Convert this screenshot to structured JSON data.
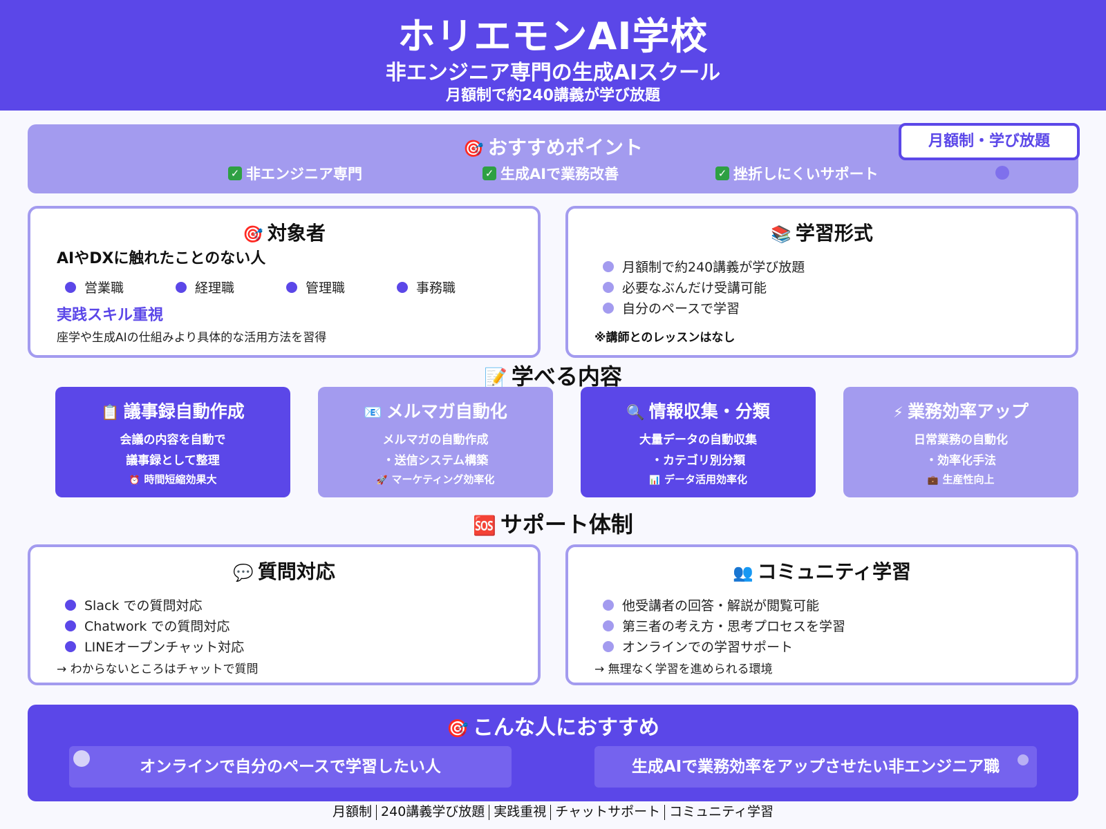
{
  "header": {
    "title": "ホリエモンAI学校",
    "subtitle": "非エンジニア専門の生成AIスクール",
    "tagline": "月額制で約240講義が学び放題"
  },
  "points": {
    "icon": "target-icon",
    "title": "おすすめポイント",
    "items": [
      "非エンジニア専門",
      "生成AIで業務改善",
      "挫折しにくいサポート"
    ],
    "badge": "月額制・学び放題"
  },
  "target": {
    "icon": "target-icon",
    "title": "対象者",
    "headline": "AIやDXに触れたことのない人",
    "roles": [
      "営業職",
      "経理職",
      "管理職",
      "事務職"
    ],
    "emphasis": "実践スキル重視",
    "description": "座学や生成AIの仕組みより具体的な活用方法を習得"
  },
  "format": {
    "icon": "books-icon",
    "title": "学習形式",
    "items": [
      "月額制で約240講義が学び放題",
      "必要なぶんだけ受講可能",
      "自分のペースで学習"
    ],
    "note": "※講師とのレッスンはなし"
  },
  "learn": {
    "icon": "memo-icon",
    "title": "学べる内容",
    "cards": [
      {
        "icon": "clipboard-icon",
        "title": "議事録自動作成",
        "line1": "会議の内容を自動で",
        "line2": "議事録として整理",
        "line3": "時間短縮効果大",
        "line3_icon": "alarm-clock-icon"
      },
      {
        "icon": "envelope-icon",
        "title": "メルマガ自動化",
        "line1": "メルマガの自動作成",
        "line2": "・送信システム構築",
        "line3": "マーケティング効率化",
        "line3_icon": "rocket-icon"
      },
      {
        "icon": "magnifier-icon",
        "title": "情報収集・分類",
        "line1": "大量データの自動収集",
        "line2": "・カテゴリ別分類",
        "line3": "データ活用効率化",
        "line3_icon": "bar-chart-icon"
      },
      {
        "icon": "lightning-icon",
        "title": "業務効率アップ",
        "line1": "日常業務の自動化",
        "line2": "・効率化手法",
        "line3": "生産性向上",
        "line3_icon": "briefcase-icon"
      }
    ]
  },
  "support": {
    "icon": "sos-icon",
    "title": "サポート体制",
    "questions": {
      "icon": "speech-bubble-icon",
      "title": "質問対応",
      "items": [
        "Slack での質問対応",
        "Chatwork での質問対応",
        "LINEオープンチャット対応"
      ],
      "note": "→ わからないところはチャットで質問"
    },
    "community": {
      "icon": "people-icon",
      "title": "コミュニティ学習",
      "items": [
        "他受講者の回答・解説が閲覧可能",
        "第三者の考え方・思考プロセスを学習",
        "オンラインでの学習サポート"
      ],
      "note": "→ 無理なく学習を進められる環境"
    }
  },
  "recommend": {
    "icon": "target-icon",
    "title": "こんな人におすすめ",
    "items": [
      "オンラインで自分のペースで学習したい人",
      "生成AIで業務効率をアップさせたい非エンジニア職"
    ]
  },
  "footer": {
    "items": [
      "月額制",
      "240講義学び放題",
      "実践重視",
      "チャットサポート",
      "コミュニティ学習"
    ]
  },
  "colors": {
    "primary": "#5b47e8",
    "light": "#a39bef",
    "background": "#f8f8fe"
  }
}
